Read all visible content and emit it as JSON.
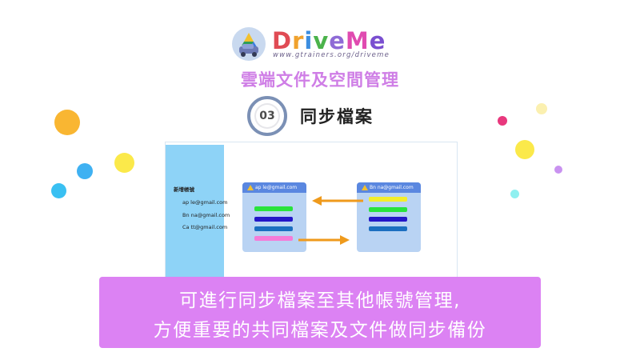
{
  "brand": {
    "name_parts": [
      "D",
      "r",
      "i",
      "v",
      "e",
      "M",
      "e"
    ],
    "url": "www.gtrainers.org/driveme"
  },
  "subtitle": "雲端文件及空間管理",
  "step": {
    "number": "03",
    "title": "同步檔案"
  },
  "sidebar": {
    "heading": "新增帳號",
    "accounts": [
      "ap le@gmail.com",
      "Bn na@gmail.com",
      "Ca tt@gmail.com"
    ]
  },
  "cards": {
    "left": {
      "email": "ap le@gmail.com"
    },
    "right": {
      "email": "Bn na@gmail.com"
    }
  },
  "caption": {
    "line1": "可進行同步檔案至其他帳號管理,",
    "line2": "方便重要的共同檔案及文件做同步備份"
  },
  "colors": {
    "brand_letters": [
      "#e04b54",
      "#f0a22e",
      "#3c8ee0",
      "#4bb34b",
      "#8e6bd6",
      "#e04bb0",
      "#7a4fd0"
    ],
    "subtitle": "#cf7ee6",
    "caption_bg": "#dc82f3",
    "arrow": "#ef9a1c",
    "sidebar_bg": "#8ed3f7"
  }
}
